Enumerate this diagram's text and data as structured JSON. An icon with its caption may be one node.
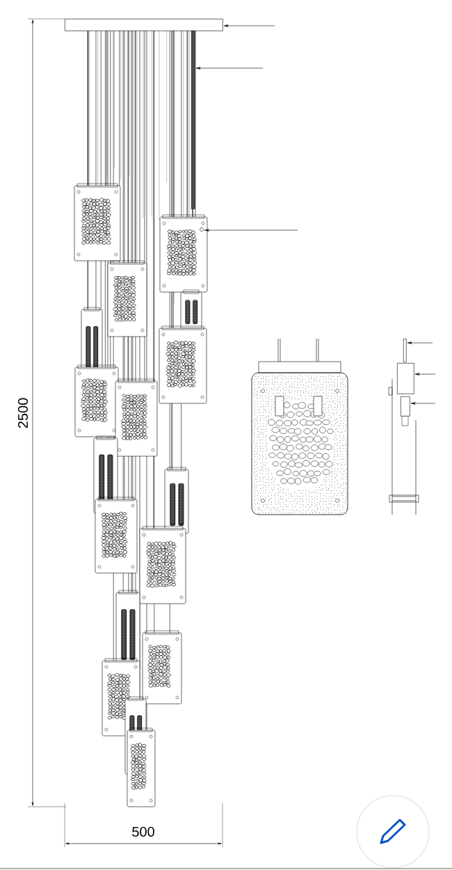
{
  "diagram": {
    "nodes": [
      {
        "text": [],
        "shape": "box"
      },
      {
        "text": [],
        "shape": "bar"
      },
      {
        "text": [],
        "shape": "circle"
      },
      {
        "text": [],
        "shape": "bar"
      },
      {
        "text": [],
        "shape": "box"
      },
      {
        "text": [],
        "shape": "box"
      }
    ],
    "edges": [
      {
        "from": null,
        "to": 0,
        "arrow": "to"
      },
      {
        "from": null,
        "to": 1,
        "arrow": "to"
      },
      {
        "from": null,
        "to": 2,
        "arrow": "to"
      },
      {
        "from": null,
        "to": 3,
        "arrow": "to"
      },
      {
        "from": null,
        "to": 4,
        "arrow": "to"
      },
      {
        "from": null,
        "to": 5,
        "arrow": "to"
      }
    ],
    "labels": [
      "2500",
      "500"
    ]
  }
}
